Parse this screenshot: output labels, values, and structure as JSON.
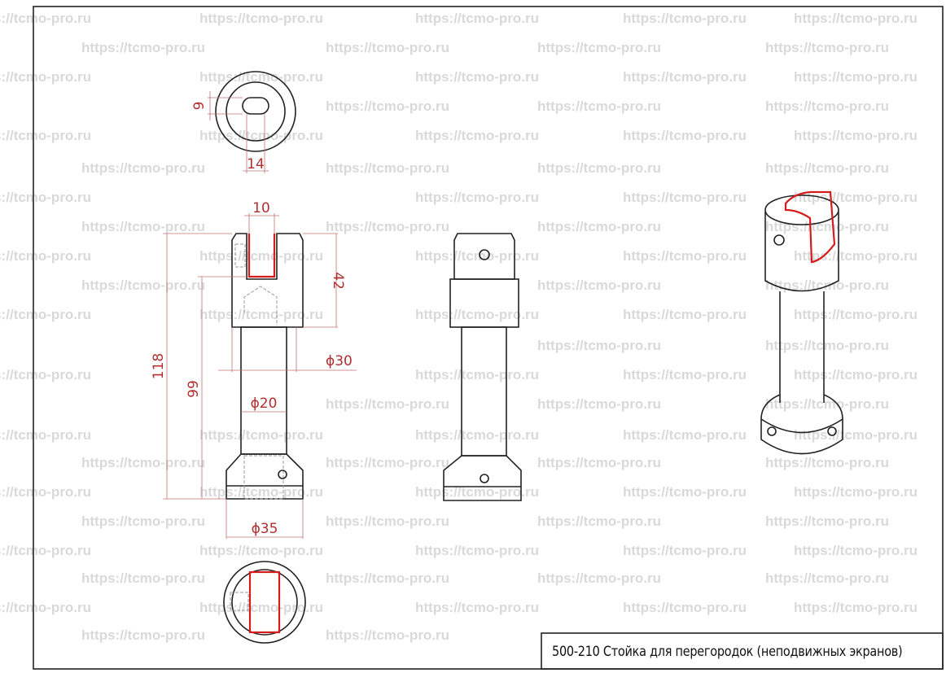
{
  "watermark": "https://tcmo-pro.ru",
  "title_block": "500-210 Стойка для перегородок (неподвижных экранов)",
  "dimensions": {
    "slot_height": "9",
    "slot_width": "14",
    "slot_gap": "10",
    "overall_height": "118",
    "to_slot_height": "99",
    "slot_depth": "42",
    "head_diameter": "ϕ30",
    "tube_diameter": "ϕ20",
    "base_diameter": "ϕ35"
  },
  "colors": {
    "outline": "#222222",
    "highlight": "#d41c1c",
    "dimension": "#b03030",
    "watermark": "#d9d9d9"
  }
}
